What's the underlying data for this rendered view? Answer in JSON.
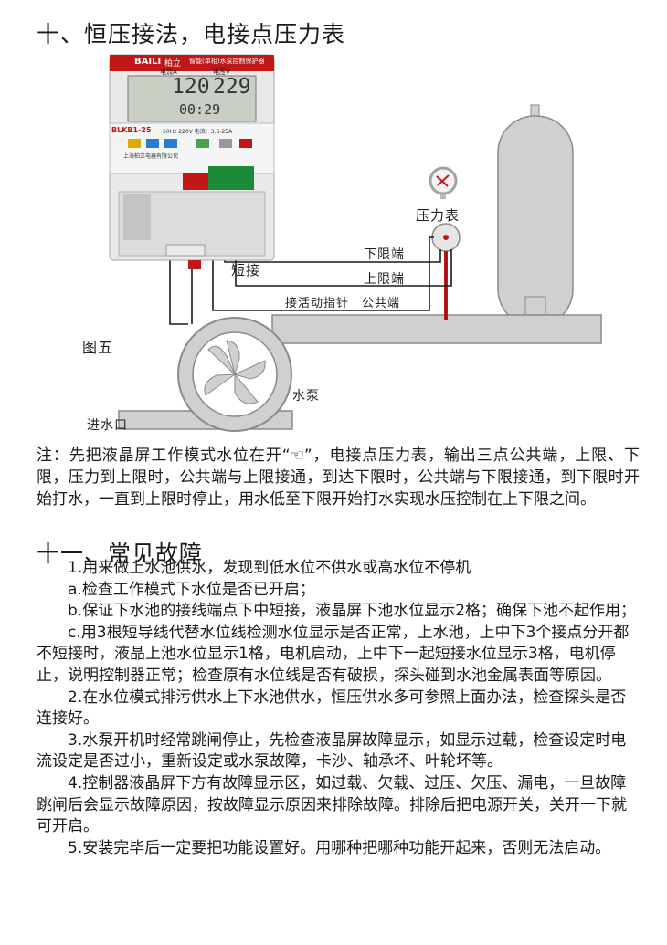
{
  "heading1": "十、恒压接法，电接点压力表",
  "diagram": {
    "device": {
      "brand": "BAILI",
      "brand_cn": "柏立",
      "subtitle": "智能(单相)水泵控制保护器",
      "col_a": "电流A",
      "col_v": "电压V",
      "lcd_current": "120",
      "lcd_voltage": "229",
      "lcd_time": "00:29",
      "model": "BLKB1-25",
      "spec": "50Hz 220V 电流：3.6-25A",
      "maker": "上海柏立电器有限公司"
    },
    "labels": {
      "gauge": "压力表",
      "lower": "下限端",
      "short": "短接",
      "upper": "上限端",
      "common": "接活动指针　公共端",
      "figure": "图五",
      "pump": "水泵",
      "inlet": "进水口"
    }
  },
  "note": "注：先把液晶屏工作模式水位在开“☜”，电接点压力表，输出三点公共端，上限、下限，压力到上限时，公共端与上限接通，到达下限时，公共端与下限接通，到下限时开始打水，一直到上限时停止，用水低至下限开始打水实现水压控制在上下限之间。",
  "heading2": "十一、常见故障",
  "items": [
    "　　1.用来做上水池供水，发现到低水位不供水或高水位不停机",
    "　　a.检查工作模式下水位是否已开启；",
    "　　b.保证下水池的接线端点下中短接，液晶屏下池水位显示2格；确保下池不起作用；",
    "　　c.用3根短导线代替水位线检测水位显示是否正常，上水池，上中下3个接点分开都不短接时，液晶上池水位显示1格，电机启动，上中下一起短接水位显示3格，电机停止，说明控制器正常；检查原有水位线是否有破损，探头碰到水池金属表面等原因。",
    "　　2.在水位模式排污供水上下水池供水，恒压供水多可参照上面办法，检查探头是否连接好。",
    "　　3.水泵开机时经常跳闸停止，先检查液晶屏故障显示，如显示过载，检查设定时电流设定是否过小，重新设定或水泵故障，卡沙、轴承坏、叶轮坏等。",
    "　　4.控制器液晶屏下方有故障显示区，如过载、欠载、过压、欠压、漏电，一旦故障跳闸后会显示故障原因，按故障显示原因来排除故障。排除后把电源开关，关开一下就可开启。",
    "　　5.安装完毕后一定要把功能设置好。用哪种把哪种功能开起来，否则无法启动。"
  ]
}
